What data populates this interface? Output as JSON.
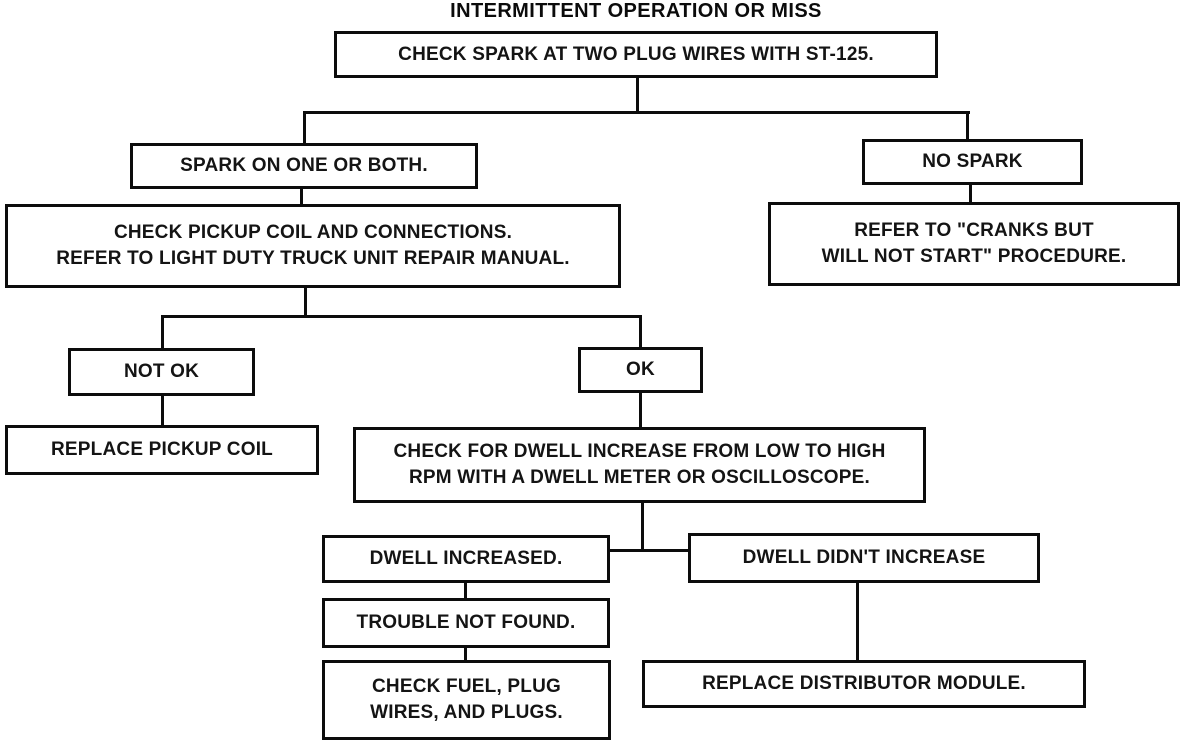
{
  "title": "INTERMITTENT OPERATION OR MISS",
  "colors": {
    "ink": "#0c0c0c",
    "paper": "#ffffff"
  },
  "nodes": {
    "check_spark": {
      "text": "CHECK SPARK AT TWO PLUG WIRES WITH ST-125."
    },
    "spark_on_one_or_both": {
      "text": "SPARK ON ONE OR BOTH."
    },
    "no_spark": {
      "text": "NO SPARK"
    },
    "check_pickup_coil": {
      "line1": "CHECK PICKUP COIL AND CONNECTIONS.",
      "line2": "REFER TO LIGHT DUTY TRUCK UNIT REPAIR MANUAL."
    },
    "refer_cranks": {
      "line1": "REFER TO \"CRANKS BUT",
      "line2": "WILL NOT START\" PROCEDURE."
    },
    "not_ok": {
      "text": "NOT OK"
    },
    "ok": {
      "text": "OK"
    },
    "replace_pickup_coil": {
      "text": "REPLACE PICKUP COIL"
    },
    "check_dwell": {
      "line1": "CHECK FOR DWELL INCREASE FROM LOW TO HIGH",
      "line2": "RPM WITH A DWELL METER OR OSCILLOSCOPE."
    },
    "dwell_increased": {
      "text": "DWELL INCREASED."
    },
    "dwell_didnt_increase": {
      "text": "DWELL DIDN'T INCREASE"
    },
    "trouble_not_found": {
      "text": "TROUBLE NOT FOUND."
    },
    "check_fuel": {
      "line1": "CHECK FUEL, PLUG",
      "line2": "WIRES, AND PLUGS."
    },
    "replace_distributor": {
      "text": "REPLACE DISTRIBUTOR MODULE."
    }
  },
  "edges": [
    {
      "from": "check_spark",
      "to": "spark_on_one_or_both"
    },
    {
      "from": "check_spark",
      "to": "no_spark"
    },
    {
      "from": "spark_on_one_or_both",
      "to": "check_pickup_coil"
    },
    {
      "from": "no_spark",
      "to": "refer_cranks"
    },
    {
      "from": "check_pickup_coil",
      "to": "not_ok"
    },
    {
      "from": "check_pickup_coil",
      "to": "ok"
    },
    {
      "from": "not_ok",
      "to": "replace_pickup_coil"
    },
    {
      "from": "ok",
      "to": "check_dwell"
    },
    {
      "from": "check_dwell",
      "to": "dwell_increased"
    },
    {
      "from": "check_dwell",
      "to": "dwell_didnt_increase"
    },
    {
      "from": "dwell_increased",
      "to": "trouble_not_found"
    },
    {
      "from": "trouble_not_found",
      "to": "check_fuel"
    },
    {
      "from": "dwell_didnt_increase",
      "to": "replace_distributor"
    }
  ]
}
